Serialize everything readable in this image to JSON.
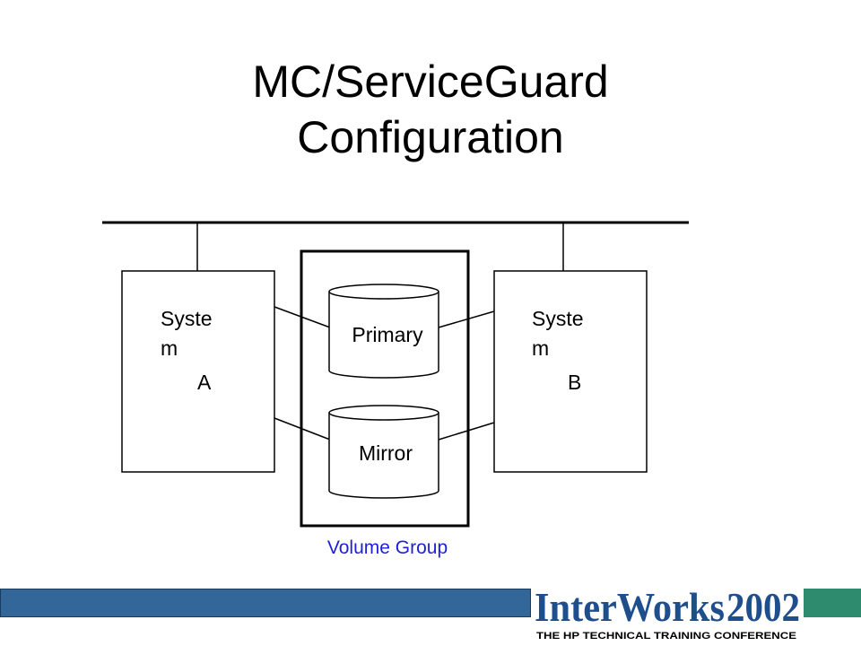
{
  "slide": {
    "title_line1": "MC/ServiceGuard",
    "title_line2": "Configuration"
  },
  "diagram": {
    "system_a": {
      "line1": "Syste",
      "line2": "m",
      "letter": "A"
    },
    "system_b": {
      "line1": "Syste",
      "line2": "m",
      "letter": "B"
    },
    "disk_primary": "Primary",
    "disk_mirror": "Mirror",
    "volume_group_label": "Volume Group",
    "volume_group_color": "#1f1fd8"
  },
  "footer": {
    "logo_main": "InterWorks",
    "logo_year": "2002",
    "logo_tagline": "THE HP TECHNICAL TRAINING CONFERENCE",
    "bar_color": "#336699",
    "logo_color": "#1f4e8c"
  }
}
